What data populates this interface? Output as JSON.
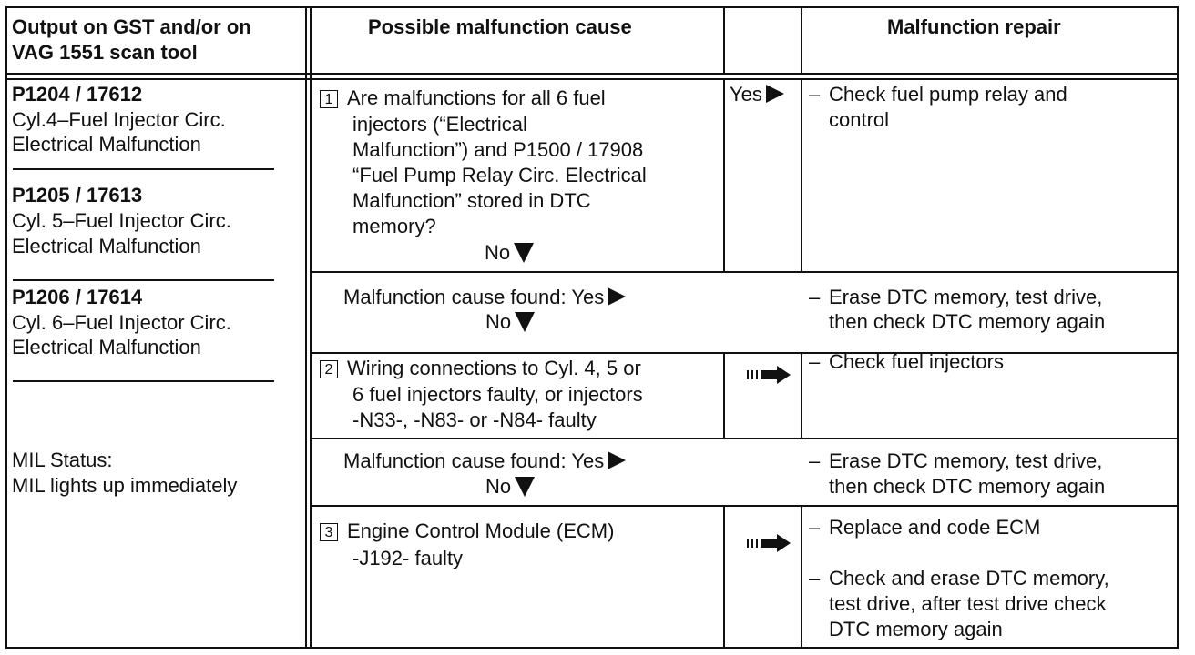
{
  "header": {
    "col1": [
      "Output on GST and/or on",
      "VAG 1551 scan tool"
    ],
    "col2": "Possible malfunction cause",
    "col3": "Malfunction repair"
  },
  "left": {
    "codes": [
      {
        "code": "P1204 / 17612",
        "desc": [
          "Cyl.4–Fuel Injector Circ.",
          "Electrical Malfunction"
        ]
      },
      {
        "code": "P1205 / 17613",
        "desc": [
          "Cyl. 5–Fuel Injector Circ.",
          "Electrical Malfunction"
        ]
      },
      {
        "code": "P1206 / 17614",
        "desc": [
          "Cyl. 6–Fuel Injector Circ.",
          "Electrical Malfunction"
        ]
      }
    ],
    "mil": [
      "MIL Status:",
      "MIL lights up immediately"
    ]
  },
  "steps": [
    {
      "number": "1",
      "text": [
        "Are malfunctions for all 6 fuel",
        "injectors (“Electrical",
        "Malfunction”) and P1500 / 17908",
        "“Fuel Pump Relay Circ. Electrical",
        "Malfunction” stored in DTC",
        "memory?"
      ],
      "yes_label": "Yes",
      "no_label": "No",
      "repair": [
        "Check fuel pump relay and",
        "control"
      ]
    },
    {
      "number": "2",
      "text": [
        "Wiring connections to Cyl. 4, 5 or",
        "6 fuel injectors faulty, or injectors",
        "-N33-, -N83- or -N84- faulty"
      ],
      "repair": [
        "Check fuel injectors"
      ]
    },
    {
      "number": "3",
      "text": [
        "Engine Control Module (ECM)",
        "-J192- faulty"
      ],
      "repair": [
        "Replace and code ECM"
      ],
      "repair2": [
        "Check and erase DTC memory,",
        "test drive, after test drive check",
        "DTC memory again"
      ]
    }
  ],
  "found_rows": [
    {
      "yes_text": "Malfunction cause found: Yes",
      "no_text": "No",
      "repair": [
        "Erase DTC memory, test drive,",
        "then check DTC memory again"
      ]
    },
    {
      "yes_text": "Malfunction cause found: Yes",
      "no_text": "No",
      "repair": [
        "Erase DTC memory, test drive,",
        "then check DTC memory again"
      ]
    }
  ],
  "dash": "–",
  "icons": {
    "yes_arrow": "triangle-right-icon",
    "no_arrow": "triangle-down-icon",
    "proceed_arrow": "bold-right-arrow-icon"
  },
  "colors": {
    "ink": "#111111",
    "paper": "#ffffff"
  }
}
